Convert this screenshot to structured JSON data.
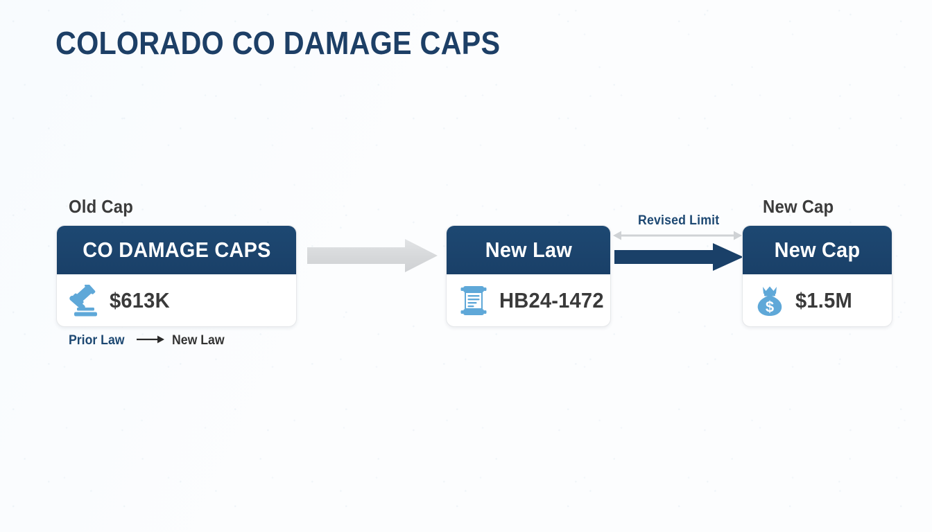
{
  "page": {
    "title": "COLORADO CO DAMAGE CAPS",
    "background_color": "#fcfdfe",
    "navy": "#1a4068",
    "light_blue": "#5fa8d8",
    "gray_arrow": "#d8dadc",
    "text_dark": "#3a3a3a"
  },
  "cards": [
    {
      "outside_label": "Old Cap",
      "header": "CO DAMAGE CAPS",
      "value": "$613K",
      "icon": "gavel-icon"
    },
    {
      "outside_label": "",
      "header": "New Law",
      "value": "HB24-1472",
      "icon": "scroll-icon"
    },
    {
      "outside_label": "New Cap",
      "header": "New Cap",
      "value": "$1.5M",
      "icon": "money-bag-icon"
    }
  ],
  "caption": {
    "prior": "Prior Law",
    "arrow": "→",
    "new": "New Law"
  },
  "connectors": {
    "gray_block_arrow": "arrow-right-gray",
    "revised_limit_label": "Revised Limit",
    "measure_arrow": "double-headed-arrow-gray",
    "navy_block_arrow": "arrow-right-navy"
  }
}
